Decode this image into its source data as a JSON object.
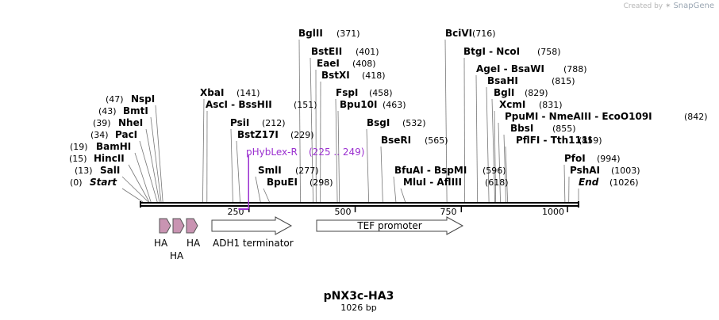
{
  "credit": {
    "prefix": "Created by",
    "brand": "SnapGene"
  },
  "map": {
    "title": "pNX3c-HA3",
    "length_label": "1026 bp",
    "length_bp": 1026,
    "backbone_color": "#000000",
    "ticks": [
      250,
      500,
      750,
      1000
    ],
    "sites": [
      {
        "name": "Start",
        "pos": 0,
        "pos_label": "(0)",
        "italic": true
      },
      {
        "name": "SalI",
        "pos": 13,
        "pos_label": "(13)"
      },
      {
        "name": "HincII",
        "pos": 15,
        "pos_label": "(15)"
      },
      {
        "name": "BamHI",
        "pos": 19,
        "pos_label": "(19)"
      },
      {
        "name": "PacI",
        "pos": 34,
        "pos_label": "(34)"
      },
      {
        "name": "NheI",
        "pos": 39,
        "pos_label": "(39)"
      },
      {
        "name": "BmtI",
        "pos": 43,
        "pos_label": "(43)"
      },
      {
        "name": "NspI",
        "pos": 47,
        "pos_label": "(47)"
      },
      {
        "name": "XbaI",
        "pos": 141,
        "pos_label": "(141)"
      },
      {
        "name": "AscI - BssHII",
        "pos": 151,
        "pos_label": "(151)"
      },
      {
        "name": "PsiI",
        "pos": 212,
        "pos_label": "(212)"
      },
      {
        "name": "BstZ17I",
        "pos": 229,
        "pos_label": "(229)"
      },
      {
        "name": "SmlI",
        "pos": 277,
        "pos_label": "(277)"
      },
      {
        "name": "BpuEI",
        "pos": 298,
        "pos_label": "(298)"
      },
      {
        "name": "BglII",
        "pos": 371,
        "pos_label": "(371)"
      },
      {
        "name": "BstEII",
        "pos": 401,
        "pos_label": "(401)"
      },
      {
        "name": "EaeI",
        "pos": 408,
        "pos_label": "(408)"
      },
      {
        "name": "BstXI",
        "pos": 418,
        "pos_label": "(418)"
      },
      {
        "name": "FspI",
        "pos": 458,
        "pos_label": "(458)"
      },
      {
        "name": "Bpu10I",
        "pos": 463,
        "pos_label": "(463)"
      },
      {
        "name": "BsgI",
        "pos": 532,
        "pos_label": "(532)"
      },
      {
        "name": "BseRI",
        "pos": 565,
        "pos_label": "(565)"
      },
      {
        "name": "BfuAI - BspMI",
        "pos": 596,
        "pos_label": "(596)"
      },
      {
        "name": "MluI - AflIII",
        "pos": 618,
        "pos_label": "(618)"
      },
      {
        "name": "BciVI",
        "pos": 716,
        "pos_label": "(716)"
      },
      {
        "name": "BtgI - NcoI",
        "pos": 758,
        "pos_label": "(758)"
      },
      {
        "name": "AgeI - BsaWI",
        "pos": 788,
        "pos_label": "(788)"
      },
      {
        "name": "BsaHI",
        "pos": 815,
        "pos_label": "(815)"
      },
      {
        "name": "BglI",
        "pos": 829,
        "pos_label": "(829)"
      },
      {
        "name": "XcmI",
        "pos": 831,
        "pos_label": "(831)"
      },
      {
        "name": "PpuMI - NmeAIII - EcoO109I",
        "pos": 842,
        "pos_label": "(842)"
      },
      {
        "name": "BbsI",
        "pos": 855,
        "pos_label": "(855)"
      },
      {
        "name": "PflFI - Tth111I",
        "pos": 859,
        "pos_label": "(859)"
      },
      {
        "name": "PfoI",
        "pos": 994,
        "pos_label": "(994)"
      },
      {
        "name": "PshAI",
        "pos": 1003,
        "pos_label": "(1003)"
      },
      {
        "name": "End",
        "pos": 1026,
        "pos_label": "(1026)",
        "italic": true
      }
    ],
    "primer": {
      "name": "pHybLex-R",
      "range_label": "(225 .. 249)",
      "start": 225,
      "end": 249,
      "color": "#9b30d0"
    },
    "features": [
      {
        "name": "ADH1 terminator",
        "type": "arrow",
        "color": "#ffffff"
      },
      {
        "name": "TEF promoter",
        "type": "arrow",
        "color": "#ffffff"
      }
    ],
    "tags": [
      {
        "label": "HA",
        "color": "#c994b2"
      },
      {
        "label": "HA",
        "color": "#c994b2"
      },
      {
        "label": "HA",
        "color": "#c994b2"
      }
    ]
  }
}
